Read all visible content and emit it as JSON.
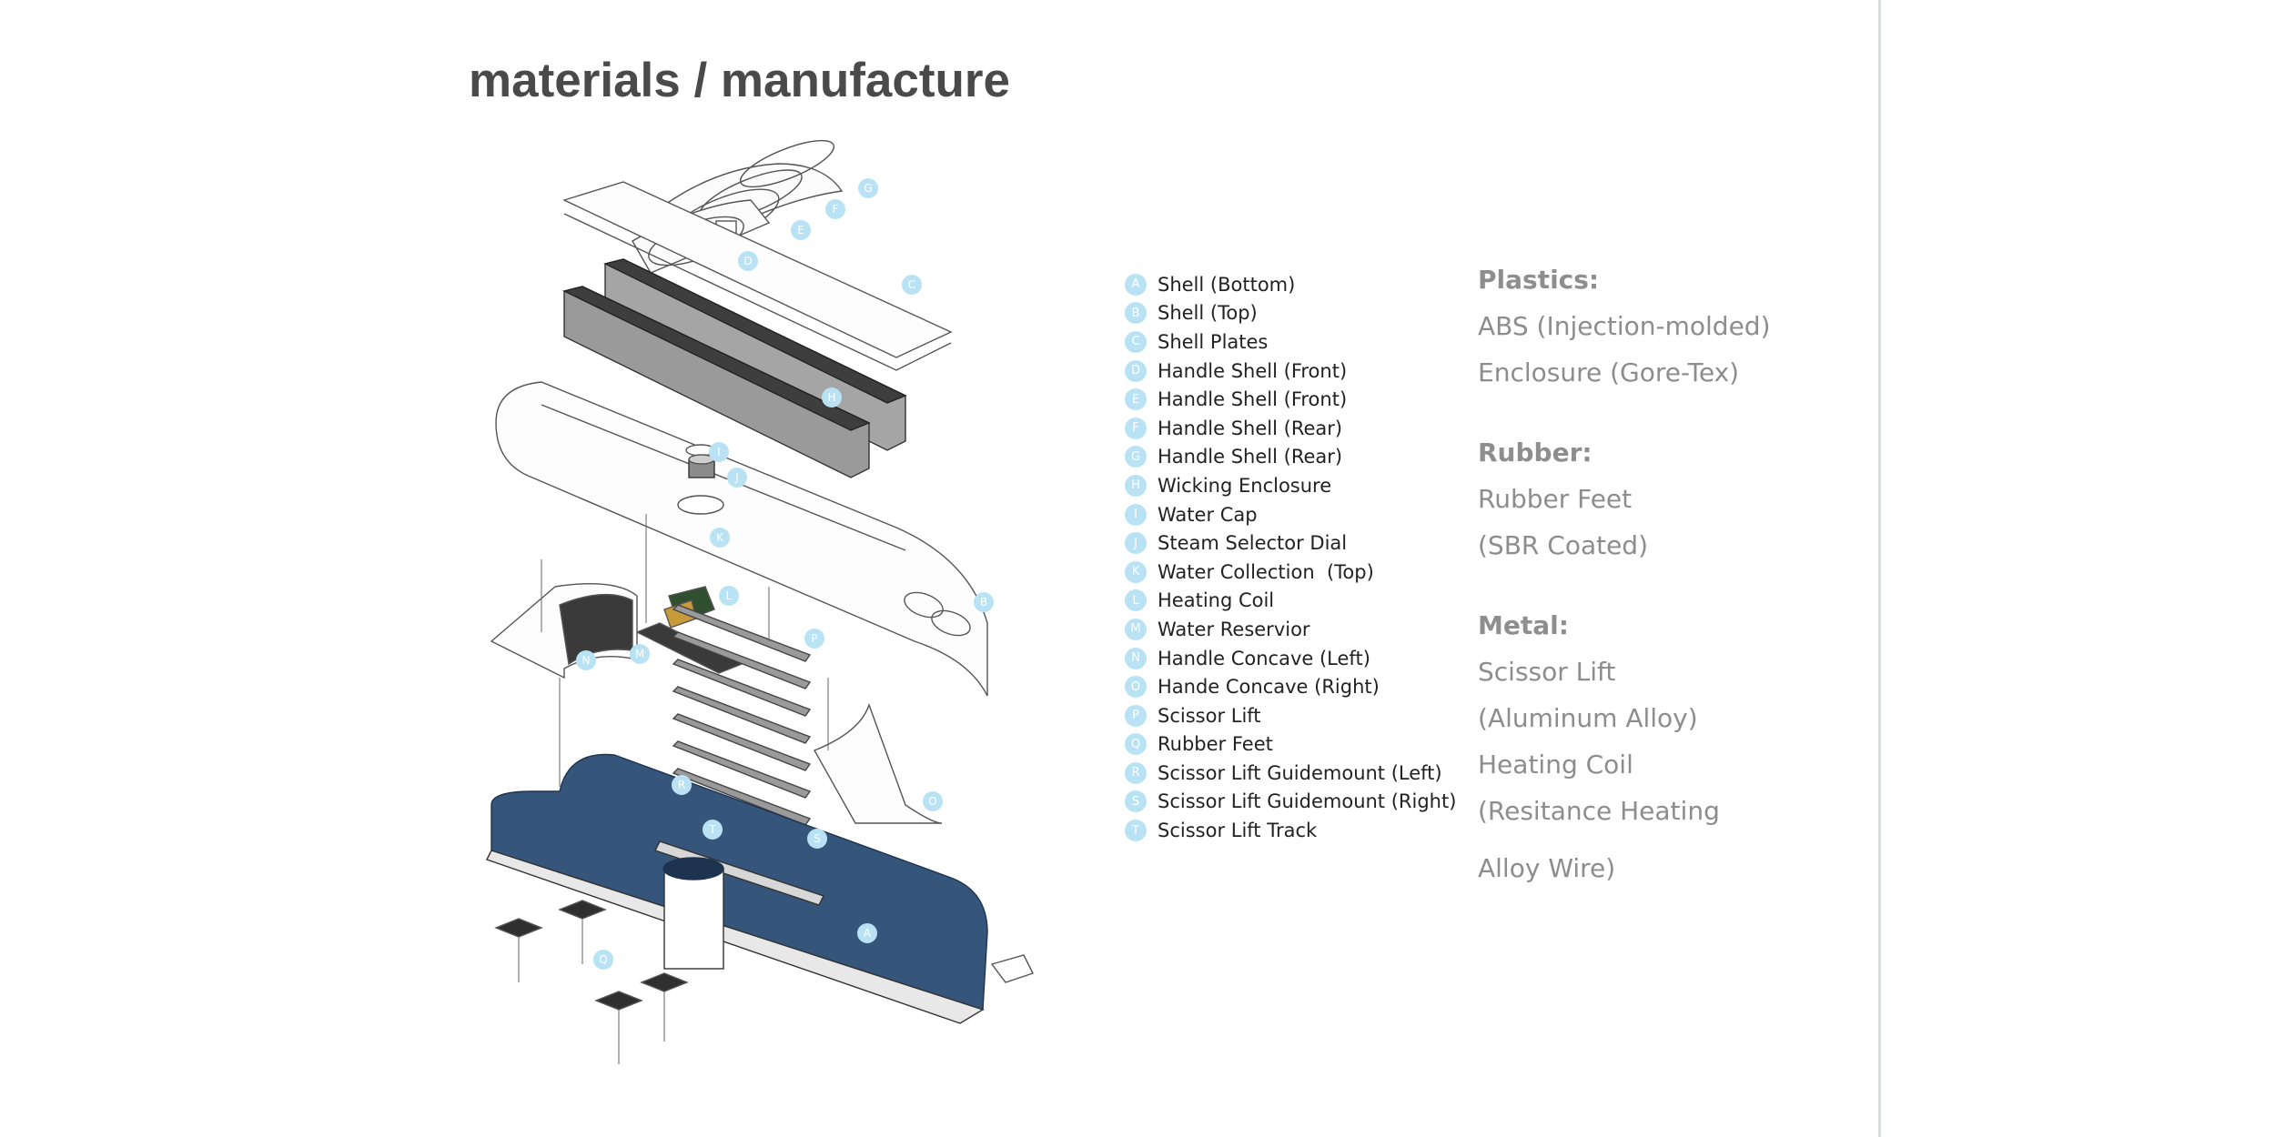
{
  "page": {
    "title": "materials / manufacture"
  },
  "colors": {
    "title": "#4a4a4a",
    "marker_fill": "#b9e3f4",
    "body_blue": "#35557a",
    "material_text": "#8d8d8d",
    "dark_part": "#4a4a4a"
  },
  "diagram": {
    "callouts": [
      "A",
      "B",
      "C",
      "D",
      "E",
      "F",
      "G",
      "H",
      "I",
      "J",
      "K",
      "L",
      "M",
      "N",
      "O",
      "P",
      "Q",
      "R",
      "S",
      "T"
    ],
    "icon": "exploded-assembly-drawing"
  },
  "legend": {
    "items": [
      {
        "letter": "A",
        "label": "Shell (Bottom)"
      },
      {
        "letter": "B",
        "label": "Shell (Top)"
      },
      {
        "letter": "C",
        "label": "Shell Plates"
      },
      {
        "letter": "D",
        "label": "Handle Shell (Front)"
      },
      {
        "letter": "E",
        "label": "Handle Shell (Front)"
      },
      {
        "letter": "F",
        "label": "Handle Shell (Rear)"
      },
      {
        "letter": "G",
        "label": "Handle Shell (Rear)"
      },
      {
        "letter": "H",
        "label": "Wicking Enclosure"
      },
      {
        "letter": "I",
        "label": "Water Cap"
      },
      {
        "letter": "J",
        "label": "Steam Selector Dial"
      },
      {
        "letter": "K",
        "label": "Water Collection  (Top)"
      },
      {
        "letter": "L",
        "label": "Heating Coil"
      },
      {
        "letter": "M",
        "label": "Water Reservior"
      },
      {
        "letter": "N",
        "label": "Handle Concave (Left)"
      },
      {
        "letter": "O",
        "label": "Hande Concave (Right)"
      },
      {
        "letter": "P",
        "label": "Scissor Lift"
      },
      {
        "letter": "Q",
        "label": "Rubber Feet"
      },
      {
        "letter": "R",
        "label": "Scissor Lift Guidemount (Left)"
      },
      {
        "letter": "S",
        "label": "Scissor Lift Guidemount (Right)"
      },
      {
        "letter": "T",
        "label": "Scissor Lift Track"
      }
    ]
  },
  "materials": {
    "plastics": {
      "heading": "Plastics:",
      "lines": [
        "ABS (Injection-molded)",
        "Enclosure (Gore-Tex)"
      ]
    },
    "rubber": {
      "heading": "Rubber:",
      "lines": [
        "Rubber Feet",
        "(SBR Coated)"
      ]
    },
    "metal": {
      "heading": "Metal:",
      "lines": [
        "Scissor Lift",
        "(Aluminum Alloy)",
        "Heating Coil",
        "(Resitance Heating",
        "Alloy Wire)"
      ]
    }
  }
}
